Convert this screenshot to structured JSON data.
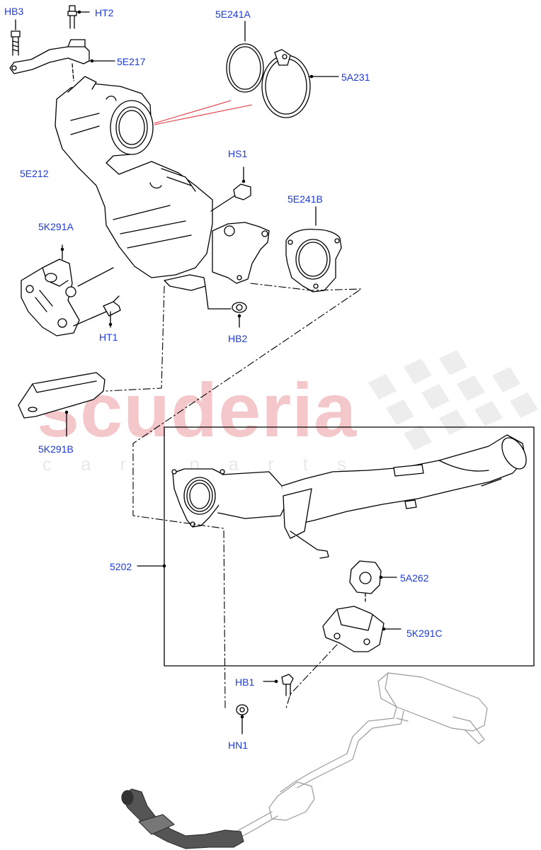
{
  "watermark": {
    "brand": "scuderia",
    "sub": "car parts"
  },
  "callouts": [
    {
      "id": "HB3",
      "text": "HB3"
    },
    {
      "id": "HT2",
      "text": "HT2"
    },
    {
      "id": "5E217",
      "text": "5E217"
    },
    {
      "id": "5E241A",
      "text": "5E241A"
    },
    {
      "id": "5A231",
      "text": "5A231"
    },
    {
      "id": "5E212",
      "text": "5E212"
    },
    {
      "id": "HS1",
      "text": "HS1"
    },
    {
      "id": "5E241B",
      "text": "5E241B"
    },
    {
      "id": "5K291A",
      "text": "5K291A"
    },
    {
      "id": "HT1",
      "text": "HT1"
    },
    {
      "id": "HB2",
      "text": "HB2"
    },
    {
      "id": "5K291B",
      "text": "5K291B"
    },
    {
      "id": "5202",
      "text": "5202"
    },
    {
      "id": "5A262",
      "text": "5A262"
    },
    {
      "id": "5K291C",
      "text": "5K291C"
    },
    {
      "id": "HB1",
      "text": "HB1"
    },
    {
      "id": "HN1",
      "text": "HN1"
    }
  ],
  "colors": {
    "label": "#1f3bd6",
    "line": "#000000",
    "accent_line": "#e0313a",
    "watermark": "#f4c7ca"
  }
}
